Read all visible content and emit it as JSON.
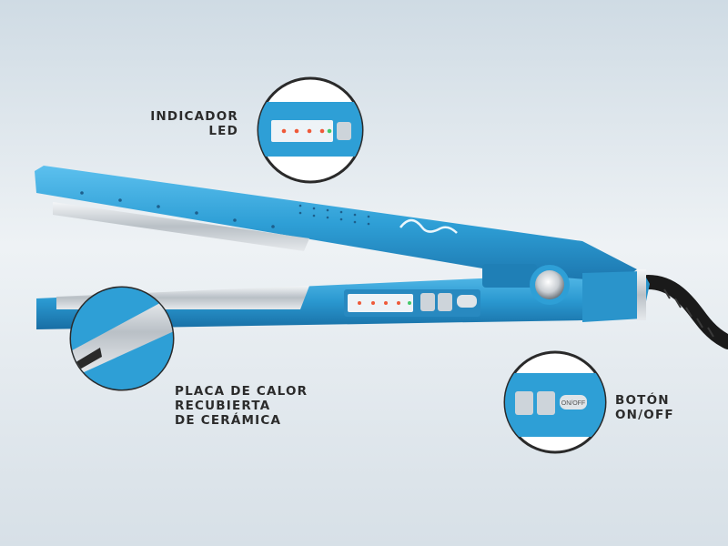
{
  "callouts": {
    "led": {
      "line1": "INDICADOR",
      "line2": "LED"
    },
    "plate": {
      "line1": "PLACA DE CALOR",
      "line2": "RECUBIERTA",
      "line3": "DE CERÁMICA"
    },
    "onoff": {
      "line1": "BOTÓN",
      "line2": "ON/OFF"
    }
  },
  "device_text": {
    "onoff_button": "ON/OFF"
  },
  "colors": {
    "body_blue": "#2e9fd6",
    "body_blue_dark": "#1c76ae",
    "plate_silver": "#c9ced3",
    "led_red": "#ef5a3a",
    "led_green": "#43c96a",
    "cord": "#1a1a1a",
    "label_text": "#2b2b2b"
  },
  "icons": [
    "temperature-up-icon",
    "temperature-down-icon",
    "brand-logo-icon"
  ]
}
